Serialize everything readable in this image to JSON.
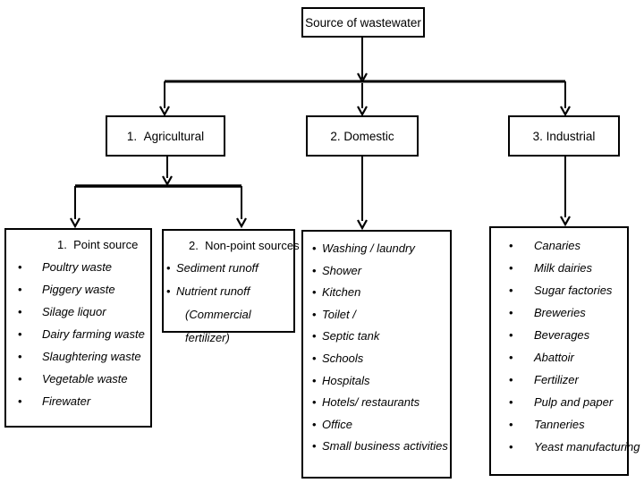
{
  "root_box": {
    "label": "Source of wastewater"
  },
  "level1": {
    "agricultural": "1.  Agricultural",
    "domestic": "2. Domestic",
    "industrial": "3. Industrial"
  },
  "point_source": {
    "title": "1.  Point source",
    "items": [
      "Poultry waste",
      "Piggery waste",
      "Silage liquor",
      "Dairy farming waste",
      "Slaughtering waste",
      "Vegetable waste",
      "Firewater"
    ]
  },
  "non_point": {
    "title": "2.  Non-point sources",
    "items": [
      "Sediment runoff",
      "Nutrient runoff"
    ],
    "note": "(Commercial fertilizer)"
  },
  "domestic_list": {
    "items": [
      "Washing / laundry",
      "Shower",
      "Kitchen",
      "Toilet /",
      "Septic tank",
      "Schools",
      "Hospitals",
      "Hotels/ restaurants",
      "Office",
      "Small business activities"
    ]
  },
  "industrial_list": {
    "items": [
      "Canaries",
      "Milk dairies",
      "Sugar factories",
      "Breweries",
      "Beverages",
      "Abattoir",
      "Fertilizer",
      "Pulp and paper",
      "Tanneries",
      "Yeast manufacturing"
    ]
  },
  "colors": {
    "line": "#000000",
    "background": "#ffffff"
  }
}
